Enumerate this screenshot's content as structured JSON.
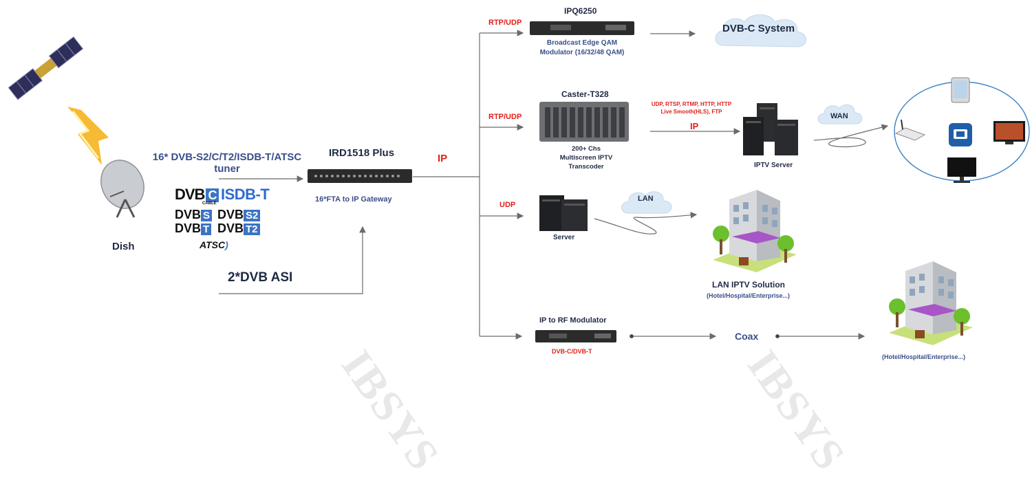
{
  "input": {
    "tuner_line1": "16* DVB-S2/C/T2/ISDB-T/ATSC",
    "tuner_line2": "tuner",
    "dish_label": "Dish",
    "asi_label": "2*DVB ASI",
    "logos": {
      "dvb_c": "DVB",
      "dvb_c_suffix": "C",
      "cable": "CABLE",
      "isdbt": "ISDB-T",
      "dvb_s": "DVB",
      "dvb_s_suffix": "S",
      "dvb_s2": "DVB",
      "dvb_s2_suffix": "S2",
      "dvb_t": "DVB",
      "dvb_t_suffix": "T",
      "dvb_t2": "DVB",
      "dvb_t2_suffix": "T2",
      "atsc": "ATSC"
    }
  },
  "gateway": {
    "title": "IRD1518 Plus",
    "subtitle": "16*FTA to IP Gateway",
    "ip_label": "IP"
  },
  "branches": {
    "qam": {
      "protocol": "RTP/UDP",
      "title": "IPQ6250",
      "desc_line1": "Broadcast Edge QAM",
      "desc_line2": "Modulator (16/32/48 QAM)",
      "target": "DVB-C System"
    },
    "transcoder": {
      "protocol": "RTP/UDP",
      "title": "Caster-T328",
      "desc_line1": "200+ Chs",
      "desc_line2": "Multiscreen IPTV",
      "desc_line3": "Transcoder",
      "out_protocols_line1": "UDP, RTSP, RTMP, HTTP, HTTP",
      "out_protocols_line2": "Live Smooth(HLS), FTP",
      "out_ip": "IP",
      "server_label": "IPTV Server",
      "wan_label": "WAN"
    },
    "lan": {
      "protocol": "UDP",
      "server_label": "Server",
      "lan_label": "LAN",
      "solution_title": "LAN IPTV Solution",
      "solution_sub": "(Hotel/Hospital/Enterprise...)"
    },
    "rf": {
      "title": "IP to RF Modulator",
      "sub": "DVB-C/DVB-T",
      "coax_label": "Coax",
      "dest_sub": "(Hotel/Hospital/Enterprise...)"
    }
  },
  "colors": {
    "dark_text": "#1f2a44",
    "red_text": "#e0201b",
    "line": "#6b6b6b",
    "device": "#2b2b2b",
    "cloud": "#dbe9f6"
  }
}
